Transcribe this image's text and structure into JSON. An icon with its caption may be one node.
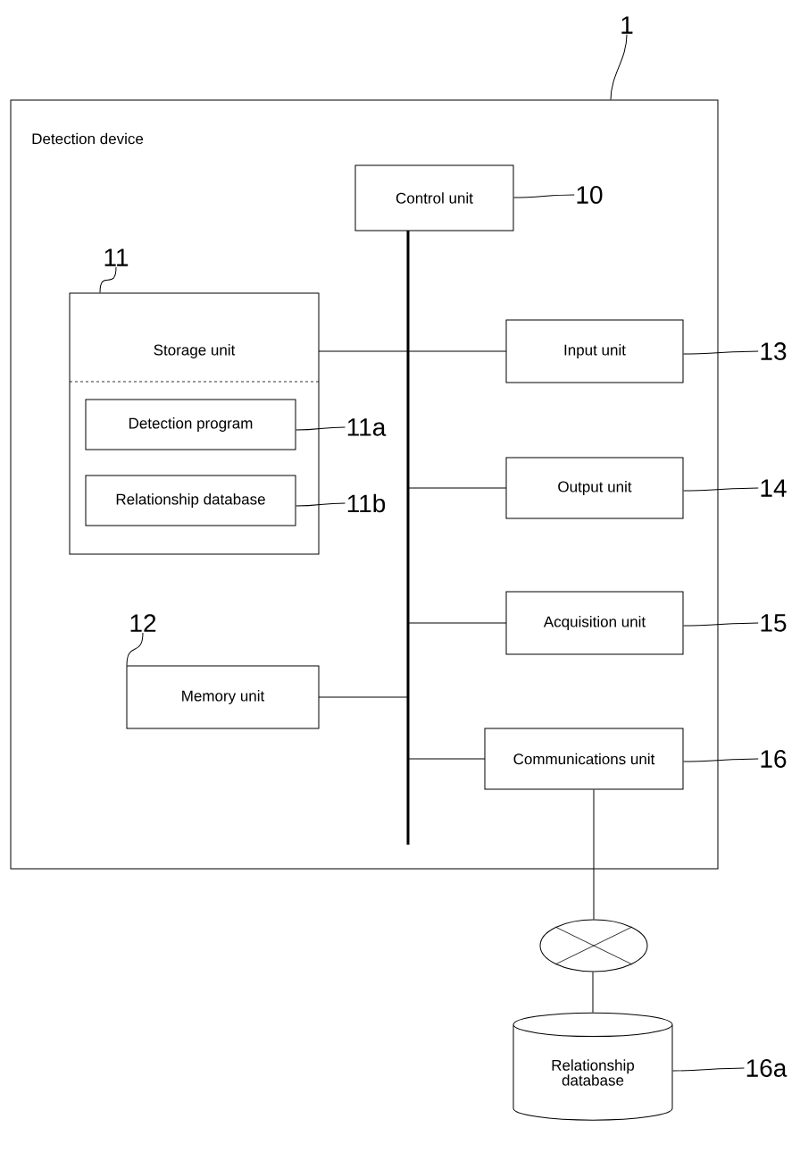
{
  "diagram": {
    "nodes": [
      {
        "text": [
          "Detection device"
        ]
      },
      {
        "text": [
          "Control unit"
        ],
        "in": 0
      },
      {
        "text": [
          "Storage unit"
        ],
        "in": 0
      },
      {
        "text": [
          "Detection program"
        ],
        "in": 2
      },
      {
        "text": [
          "Relationship database"
        ],
        "in": 2
      },
      {
        "text": [
          "Input unit"
        ],
        "in": 0
      },
      {
        "text": [
          "Output unit"
        ],
        "in": 0
      },
      {
        "text": [
          "Acquisition unit"
        ],
        "in": 0
      },
      {
        "text": [
          "Memory unit"
        ],
        "in": 0
      },
      {
        "text": [
          "Communications unit"
        ],
        "in": 0
      },
      {
        "text": [],
        "shape": "ellipse"
      },
      {
        "text": [
          "Relationship database"
        ]
      },
      {
        "text": [
          "1"
        ]
      },
      {
        "text": [
          "10"
        ],
        "in": 0
      },
      {
        "text": [
          "11"
        ],
        "in": 0
      },
      {
        "text": [
          "11a"
        ],
        "in": 0
      },
      {
        "text": [
          "11b"
        ],
        "in": 0
      },
      {
        "text": [
          "12"
        ],
        "in": 0
      },
      {
        "text": [
          "13"
        ]
      },
      {
        "text": [
          "14"
        ]
      },
      {
        "text": [
          "15"
        ]
      },
      {
        "text": [
          "16"
        ]
      },
      {
        "text": [
          "16a"
        ]
      }
    ],
    "edges": [
      {
        "from": 1,
        "to": 2,
        "arrow": "none"
      },
      {
        "from": 1,
        "to": 5,
        "arrow": "none"
      },
      {
        "from": 1,
        "to": 6,
        "arrow": "none"
      },
      {
        "from": 1,
        "to": 7,
        "arrow": "none"
      },
      {
        "from": 1,
        "to": 8,
        "arrow": "none"
      },
      {
        "from": 1,
        "to": 9,
        "arrow": "none"
      },
      {
        "from": 9,
        "to": 10,
        "arrow": "none"
      },
      {
        "from": 10,
        "to": 11,
        "arrow": "none"
      },
      {
        "from": 12,
        "to": 0,
        "arrow": "none"
      },
      {
        "from": 13,
        "to": 1,
        "arrow": "none"
      },
      {
        "from": 14,
        "to": 2,
        "arrow": "none"
      },
      {
        "from": 15,
        "to": 3,
        "arrow": "none"
      },
      {
        "from": 16,
        "to": 4,
        "arrow": "none"
      },
      {
        "from": 17,
        "to": 8,
        "arrow": "none"
      },
      {
        "from": 18,
        "to": 5,
        "arrow": "none"
      },
      {
        "from": 19,
        "to": 6,
        "arrow": "none"
      },
      {
        "from": 20,
        "to": 7,
        "arrow": "none"
      },
      {
        "from": 21,
        "to": 9,
        "arrow": "none"
      },
      {
        "from": 22,
        "to": 11,
        "arrow": "none"
      }
    ]
  }
}
